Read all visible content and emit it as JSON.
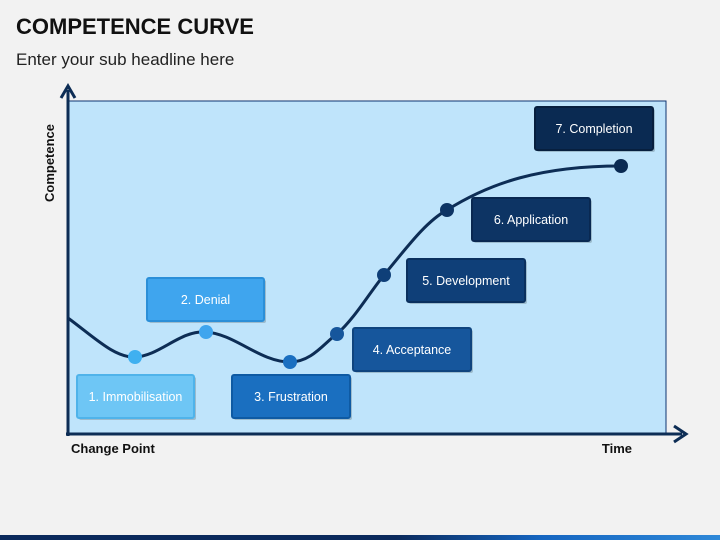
{
  "title": "COMPETENCE CURVE",
  "subtitle": "Enter your sub headline here",
  "axes": {
    "y_label": "Competence",
    "x_start_label": "Change Point",
    "x_end_label": "Time"
  },
  "stages": [
    {
      "label": "1. Immobilisation",
      "fill": "#6ec6f5",
      "stroke": "#4fb3ea"
    },
    {
      "label": "2. Denial",
      "fill": "#3fa5ee",
      "stroke": "#2b8fd8"
    },
    {
      "label": "3. Frustration",
      "fill": "#1a6fc0",
      "stroke": "#0e5aa3"
    },
    {
      "label": "4. Acceptance",
      "fill": "#16569c",
      "stroke": "#0f447e"
    },
    {
      "label": "5. Development",
      "fill": "#0f3f78",
      "stroke": "#0a305e"
    },
    {
      "label": "6. Application",
      "fill": "#0d3464",
      "stroke": "#092851"
    },
    {
      "label": "7. Completion",
      "fill": "#0a2a52",
      "stroke": "#071f3e"
    }
  ],
  "colors": {
    "plot_fill": "#bfe4fb",
    "plot_border": "#0d3470",
    "curve": "#0d2d55",
    "axis": "#0d2d55",
    "dots": [
      "#3fb0f0",
      "#3fa5ee",
      "#1a6fc0",
      "#16569c",
      "#0f3f78",
      "#0d3464",
      "#0a2a52"
    ]
  }
}
